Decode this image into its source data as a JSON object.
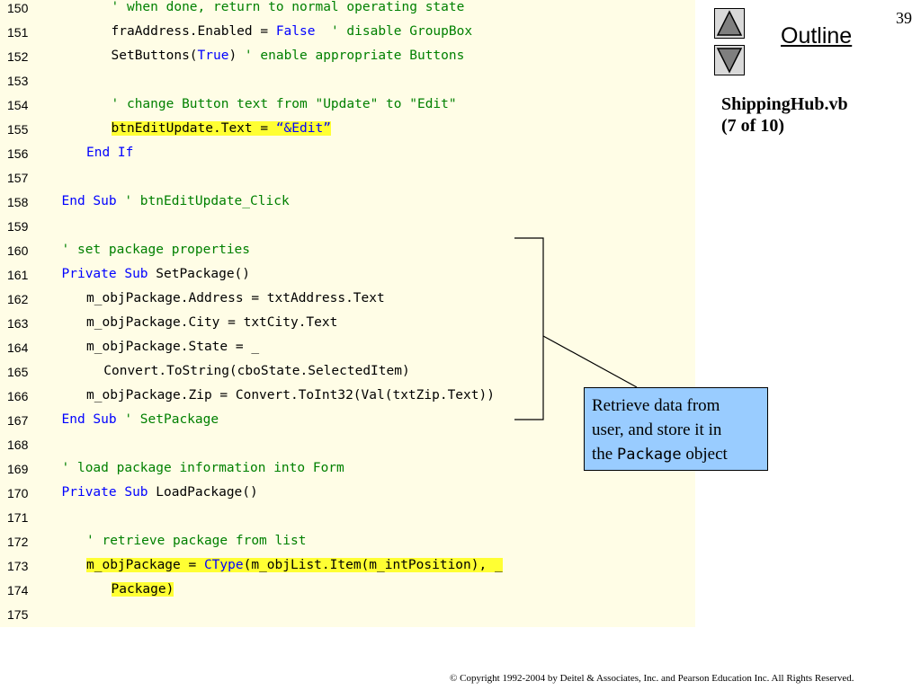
{
  "slide": {
    "number": "39",
    "outline_label": "Outline",
    "file_title_line1": "ShippingHub.vb",
    "file_title_line2": "(7 of 10)",
    "copyright": "© Copyright 1992-2004 by Deitel & Associates, Inc. and Pearson Education Inc. All Rights Reserved.",
    "nav": {
      "up_icon": "triangle-up",
      "down_icon": "triangle-down"
    }
  },
  "callout": {
    "line1": "Retrieve data from",
    "line2": "user, and store it in",
    "line3_prefix": "the ",
    "line3_code": "Package",
    "line3_suffix": " object"
  },
  "colors": {
    "code_background": "#fffde6",
    "keyword": "#0000ff",
    "comment": "#008000",
    "highlight": "#ffff33",
    "callout_background": "#99ccff"
  },
  "code": {
    "lines": [
      {
        "num": "150",
        "indent": 3,
        "tokens": [
          {
            "t": "' when done, return to normal operating state",
            "c": "cm"
          }
        ]
      },
      {
        "num": "151",
        "indent": 3,
        "tokens": [
          {
            "t": "fraAddress.Enabled = ",
            "c": ""
          },
          {
            "t": "False",
            "c": "kw"
          },
          {
            "t": "  ' disable GroupBox",
            "c": "cm"
          }
        ]
      },
      {
        "num": "152",
        "indent": 3,
        "tokens": [
          {
            "t": "SetButtons(",
            "c": ""
          },
          {
            "t": "True",
            "c": "kw"
          },
          {
            "t": ") ",
            "c": ""
          },
          {
            "t": "' enable appropriate Buttons",
            "c": "cm"
          }
        ]
      },
      {
        "num": "153",
        "indent": 0,
        "tokens": []
      },
      {
        "num": "154",
        "indent": 3,
        "tokens": [
          {
            "t": "' change Button text from \"Update\" to \"Edit\"",
            "c": "cm"
          }
        ]
      },
      {
        "num": "155",
        "indent": 3,
        "hl": true,
        "tokens": [
          {
            "t": "btnEditUpdate.Text = ",
            "c": ""
          },
          {
            "t": "“&Edit”",
            "c": "kw"
          }
        ]
      },
      {
        "num": "156",
        "indent": 2,
        "tokens": [
          {
            "t": "End If",
            "c": "kw"
          }
        ]
      },
      {
        "num": "157",
        "indent": 0,
        "tokens": []
      },
      {
        "num": "158",
        "indent": 1,
        "tokens": [
          {
            "t": "End Sub",
            "c": "kw"
          },
          {
            "t": " ",
            "c": ""
          },
          {
            "t": "' btnEditUpdate_Click",
            "c": "cm"
          }
        ]
      },
      {
        "num": "159",
        "indent": 0,
        "tokens": []
      },
      {
        "num": "160",
        "indent": 1,
        "tokens": [
          {
            "t": "' set package properties",
            "c": "cm"
          }
        ]
      },
      {
        "num": "161",
        "indent": 1,
        "tokens": [
          {
            "t": "Private Sub",
            "c": "kw"
          },
          {
            "t": " SetPackage()",
            "c": ""
          }
        ]
      },
      {
        "num": "162",
        "indent": 2,
        "tokens": [
          {
            "t": "m_objPackage.Address = txtAddress.Text",
            "c": ""
          }
        ]
      },
      {
        "num": "163",
        "indent": 2,
        "tokens": [
          {
            "t": "m_objPackage.City = txtCity.Text",
            "c": ""
          }
        ]
      },
      {
        "num": "164",
        "indent": 2,
        "tokens": [
          {
            "t": "m_objPackage.State = _",
            "c": ""
          }
        ]
      },
      {
        "num": "165",
        "indent": 2.7,
        "tokens": [
          {
            "t": "Convert.ToString(cboState.SelectedItem)",
            "c": ""
          }
        ]
      },
      {
        "num": "166",
        "indent": 2,
        "tokens": [
          {
            "t": "m_objPackage.Zip = Convert.ToInt32(Val(txtZip.Text))",
            "c": ""
          }
        ]
      },
      {
        "num": "167",
        "indent": 1,
        "tokens": [
          {
            "t": "End Sub",
            "c": "kw"
          },
          {
            "t": " ",
            "c": ""
          },
          {
            "t": "' SetPackage",
            "c": "cm"
          }
        ]
      },
      {
        "num": "168",
        "indent": 0,
        "tokens": []
      },
      {
        "num": "169",
        "indent": 1,
        "tokens": [
          {
            "t": "' load package information into Form",
            "c": "cm"
          }
        ]
      },
      {
        "num": "170",
        "indent": 1,
        "tokens": [
          {
            "t": "Private Sub",
            "c": "kw"
          },
          {
            "t": " LoadPackage()",
            "c": ""
          }
        ]
      },
      {
        "num": "171",
        "indent": 0,
        "tokens": []
      },
      {
        "num": "172",
        "indent": 2,
        "tokens": [
          {
            "t": "' retrieve package from list",
            "c": "cm"
          }
        ]
      },
      {
        "num": "173",
        "indent": 2,
        "hl": true,
        "tokens": [
          {
            "t": "m_objPackage = ",
            "c": ""
          },
          {
            "t": "CType",
            "c": "kw"
          },
          {
            "t": "(m_objList.Item(m_intPosition), _",
            "c": ""
          }
        ]
      },
      {
        "num": "174",
        "indent": 3,
        "hl": true,
        "tokens": [
          {
            "t": "Package)",
            "c": ""
          }
        ]
      },
      {
        "num": "175",
        "indent": 0,
        "tokens": []
      }
    ]
  }
}
